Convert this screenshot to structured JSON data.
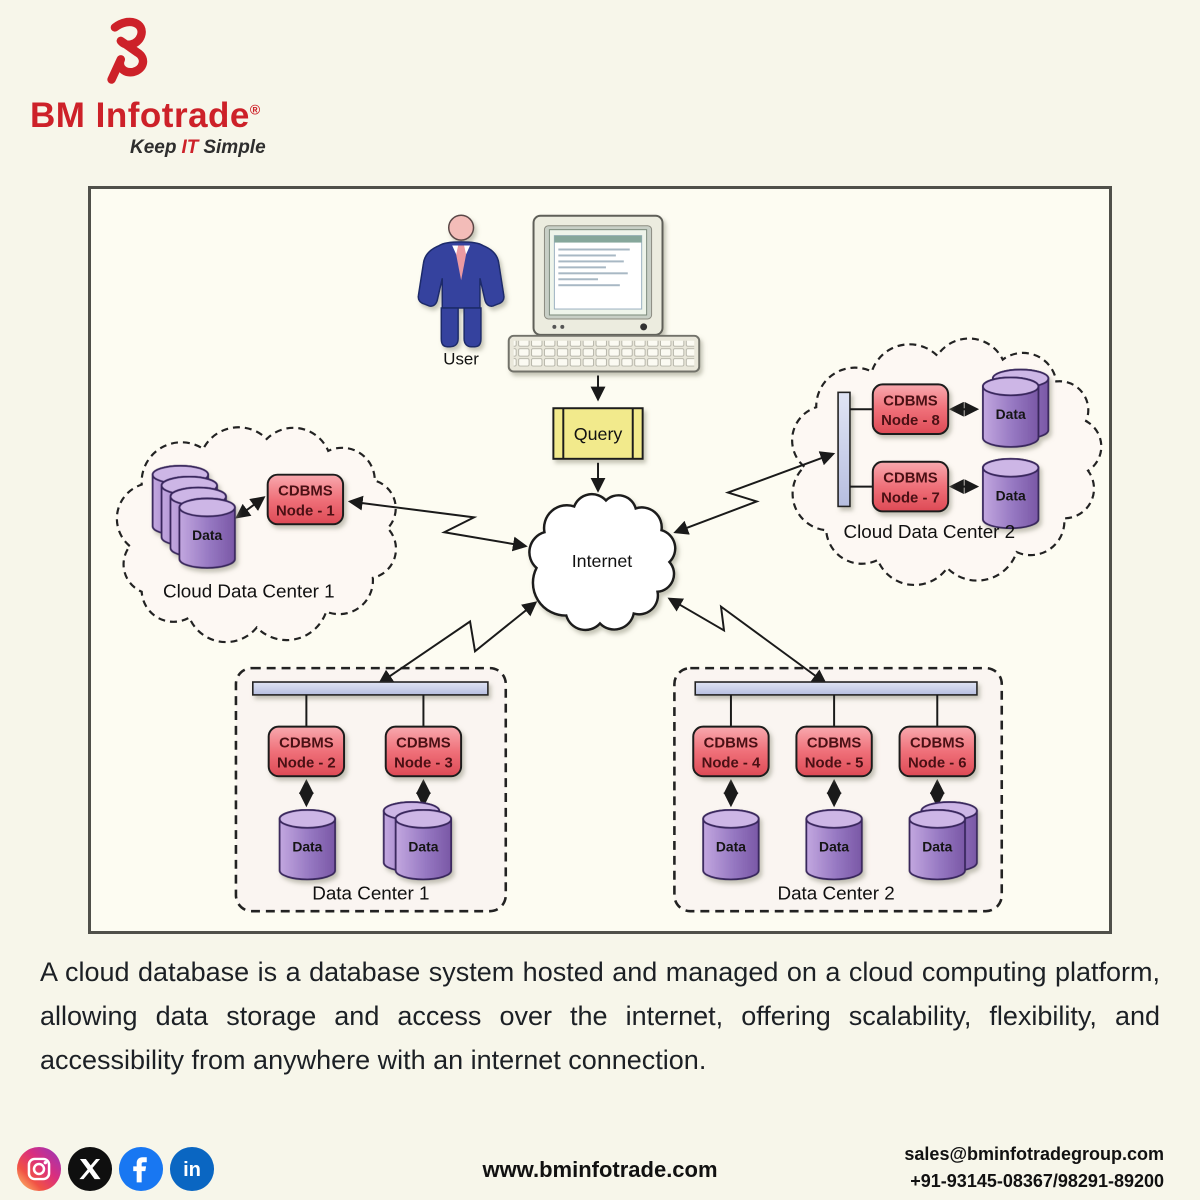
{
  "brand": {
    "name": "BM Infotrade",
    "registered": "®",
    "tagline": {
      "pre": "Keep",
      "it": "IT",
      "post": "Simple"
    }
  },
  "diagram": {
    "user_label": "User",
    "query_label": "Query",
    "internet_label": "Internet",
    "data_label": "Data",
    "cdbms_label": "CDBMS",
    "nodes": {
      "n1": "Node - 1",
      "n2": "Node - 2",
      "n3": "Node - 3",
      "n4": "Node - 4",
      "n5": "Node - 5",
      "n6": "Node - 6",
      "n7": "Node - 7",
      "n8": "Node - 8"
    },
    "regions": {
      "cloud_dc1": "Cloud Data Center 1",
      "cloud_dc2": "Cloud Data Center 2",
      "dc1": "Data Center 1",
      "dc2": "Data Center 2"
    }
  },
  "description": "A cloud database is a database system hosted and managed on a cloud computing platform, allowing data storage and access over the internet, offering scalability, flexibility, and accessibility from anywhere with an internet connection.",
  "footer": {
    "website": "www.bminfotrade.com",
    "email": "sales@bminfotradegroup.com",
    "phone": "+91-93145-08367/98291-89200",
    "social": [
      "instagram",
      "x",
      "facebook",
      "linkedin"
    ]
  },
  "colors": {
    "brand_red": "#cd2129",
    "node_pink": "#ee6a74",
    "cylinder_purple": "#9a77c4",
    "query_yellow": "#f2ea8c",
    "bus_bar": "#c9cfeb",
    "facebook_blue": "#1877f2",
    "linkedin_blue": "#0a66c2"
  }
}
